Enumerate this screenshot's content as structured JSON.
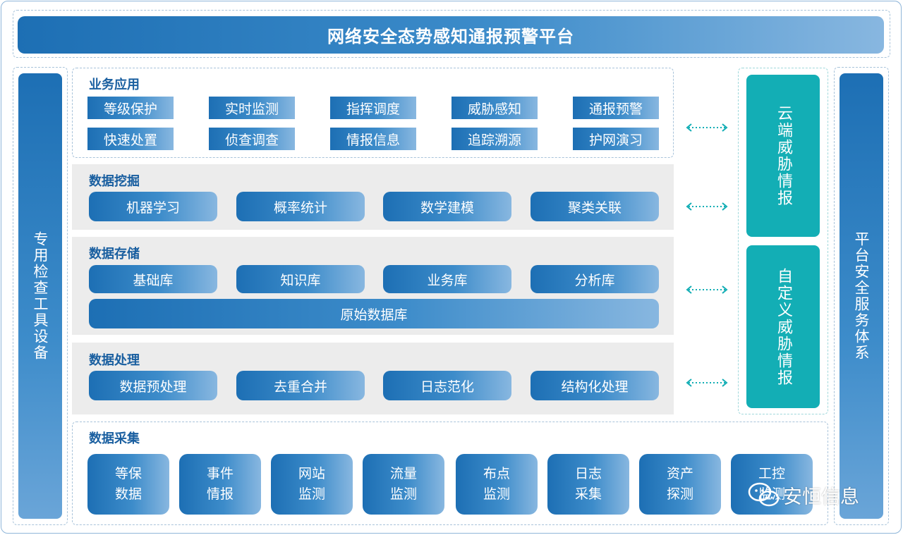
{
  "title": "网络安全态势感知通报预警平台",
  "left_bar": "专用检查工具设备",
  "right_bar": "平台安全服务体系",
  "business": {
    "title": "业务应用",
    "items": [
      "等级保护",
      "实时监测",
      "指挥调度",
      "威胁感知",
      "通报预警",
      "快速处置",
      "侦查调查",
      "情报信息",
      "追踪溯源",
      "护网演习"
    ]
  },
  "mining": {
    "title": "数据挖掘",
    "items": [
      "机器学习",
      "概率统计",
      "数学建模",
      "聚类关联"
    ]
  },
  "storage": {
    "title": "数据存储",
    "items": [
      "基础库",
      "知识库",
      "业务库",
      "分析库"
    ],
    "wide": "原始数据库"
  },
  "processing": {
    "title": "数据处理",
    "items": [
      "数据预处理",
      "去重合并",
      "日志范化",
      "结构化处理"
    ]
  },
  "collection": {
    "title": "数据采集",
    "items": [
      {
        "l1": "等保",
        "l2": "数据"
      },
      {
        "l1": "事件",
        "l2": "情报"
      },
      {
        "l1": "网站",
        "l2": "监测"
      },
      {
        "l1": "流量",
        "l2": "监测"
      },
      {
        "l1": "布点",
        "l2": "监测"
      },
      {
        "l1": "日志",
        "l2": "采集"
      },
      {
        "l1": "资产",
        "l2": "探测"
      },
      {
        "l1": "工控",
        "l2": "监测"
      }
    ]
  },
  "threat_intel": {
    "cloud": "云端威胁情报",
    "custom": "自定义威胁情报"
  },
  "watermark": "安恒信息",
  "colors": {
    "blue_dark": "#1d6fb4",
    "blue_light": "#88b7e0",
    "teal": "#13aeb5",
    "section_title": "#1a5fa0"
  },
  "icons": [
    "bidirectional-arrow-icon",
    "wechat-icon"
  ]
}
